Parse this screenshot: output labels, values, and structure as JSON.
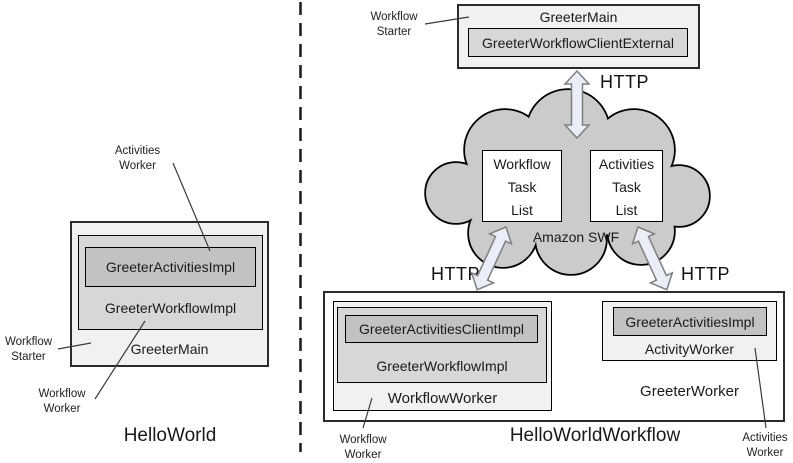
{
  "colors": {
    "box_light": "#f1f1f1",
    "box_medium": "#d7d7d7",
    "box_dark": "#c2c2c2",
    "cloud": "#cbcbcb",
    "arrow_fill": "#e9eef9",
    "arrow_stroke": "#7f7f7f"
  },
  "left": {
    "title": "HelloWorld",
    "main_box": "GreeterMain",
    "workflow_impl": "GreeterWorkflowImpl",
    "activities_impl": "GreeterActivitiesImpl",
    "annotations": {
      "activities_worker": [
        "Activities",
        "Worker"
      ],
      "workflow_starter": [
        "Workflow",
        "Starter"
      ],
      "workflow_worker": [
        "Workflow",
        "Worker"
      ]
    }
  },
  "right": {
    "title": "HelloWorldWorkflow",
    "http": "HTTP",
    "starter": {
      "box": "GreeterMain",
      "client": "GreeterWorkflowClientExternal",
      "annotation": [
        "Workflow",
        "Starter"
      ]
    },
    "cloud": {
      "name": "Amazon SWF",
      "workflow_task_list": [
        "Workflow",
        "Task",
        "List"
      ],
      "activities_task_list": [
        "Activities",
        "Task",
        "List"
      ]
    },
    "workflow_worker_unit": {
      "worker": "WorkflowWorker",
      "impl": "GreeterWorkflowImpl",
      "client": "GreeterActivitiesClientImpl",
      "annotation": [
        "Workflow",
        "Worker"
      ]
    },
    "activity_worker_unit": {
      "container": "GreeterWorker",
      "worker": "ActivityWorker",
      "impl": "GreeterActivitiesImpl",
      "annotation": [
        "Activities",
        "Worker"
      ]
    }
  }
}
